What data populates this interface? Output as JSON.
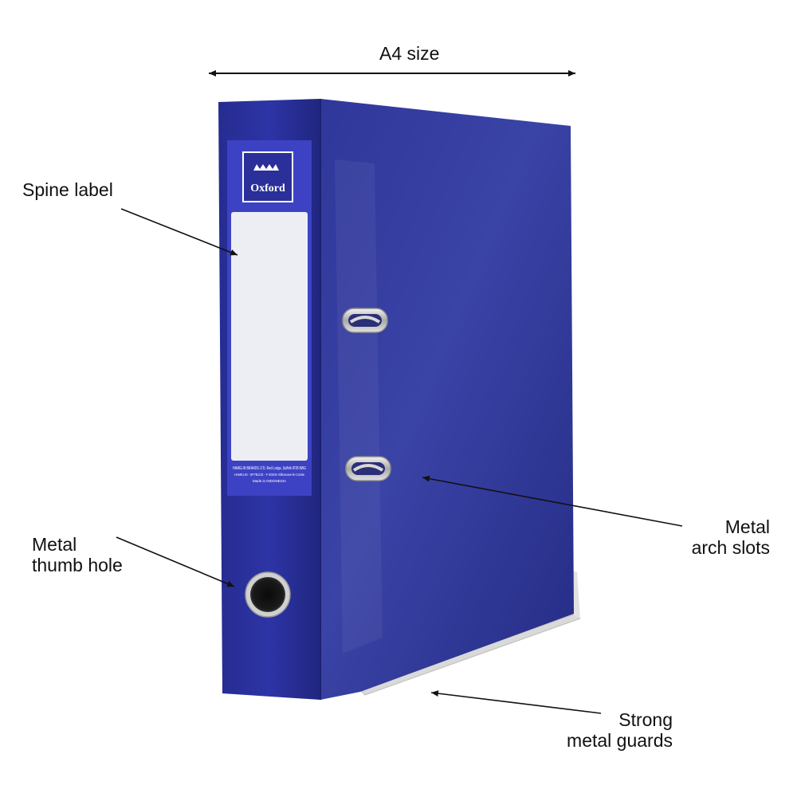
{
  "annotations": {
    "a4_size": "A4 size",
    "spine_label": "Spine label",
    "thumb_hole": {
      "line1": "Metal",
      "line2": "thumb hole"
    },
    "arch_slots": {
      "line1": "Metal",
      "line2": "arch slots"
    },
    "metal_guards": {
      "line1": "Strong",
      "line2": "metal guards"
    }
  },
  "product": {
    "brand_logo_text": "Oxford",
    "spine_info": {
      "line1": "HAMELIN BRANDS LTD, Red Lodge, Suffolk IP28 8WG",
      "line2": "HAMELIN - SP7B1CE - F-40204 Villeneuve-le-Comte",
      "line3": "Made in INDONESIA"
    }
  },
  "colors": {
    "binder_blue": "#2b3395",
    "spine_blue": "#2a30a0",
    "label_white": "#eef0f4",
    "metal": "#c8c8c8"
  }
}
